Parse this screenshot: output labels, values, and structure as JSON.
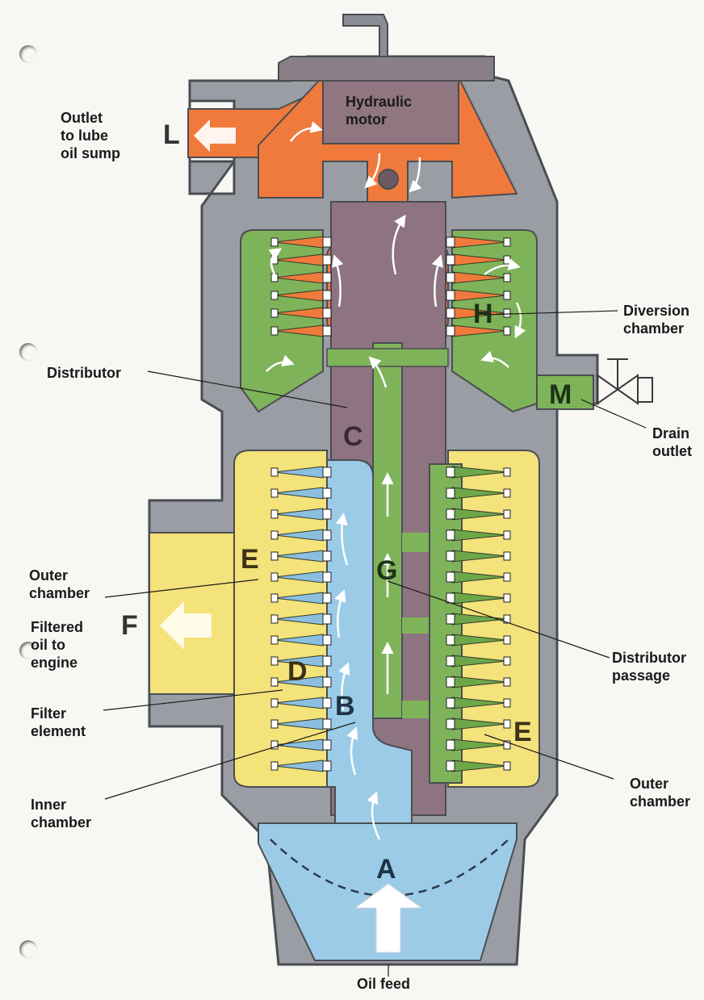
{
  "labels": {
    "hydraulic_motor": "Hydraulic\nmotor",
    "outlet_sump": "Outlet\nto lube\noil sump",
    "diversion": "Diversion\nchamber",
    "distributor": "Distributor",
    "drain": "Drain\noutlet",
    "outer_left": "Outer\nchamber",
    "filtered": "Filtered\noil to\nengine",
    "filter_element": "Filter\nelement",
    "inner": "Inner\nchamber",
    "dist_passage": "Distributor\npassage",
    "outer_right": "Outer\nchamber",
    "oil_feed": "Oil feed"
  },
  "letters": {
    "A": "A",
    "B": "B",
    "C": "C",
    "D": "D",
    "E_left": "E",
    "E_right": "E",
    "F": "F",
    "G": "G",
    "H": "H",
    "L": "L",
    "M": "M"
  },
  "colors": {
    "casing": "#9a9ea4",
    "casing_dark": "#6d7177",
    "orange": "#f07a3c",
    "green": "#7fb35a",
    "yellow": "#f4e27a",
    "blue": "#9ccbe8",
    "purple": "#8d7480",
    "motor": "#8f7681"
  }
}
